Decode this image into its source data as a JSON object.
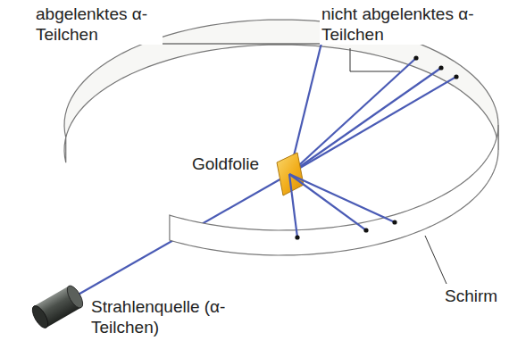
{
  "diagram": {
    "labels": [
      "abgelenktes α-Teilchen",
      "nicht abgelenktes α-Teilchen",
      "Goldfolie",
      "Strahlenquelle (α-Teilchen)",
      "Schirm"
    ]
  }
}
